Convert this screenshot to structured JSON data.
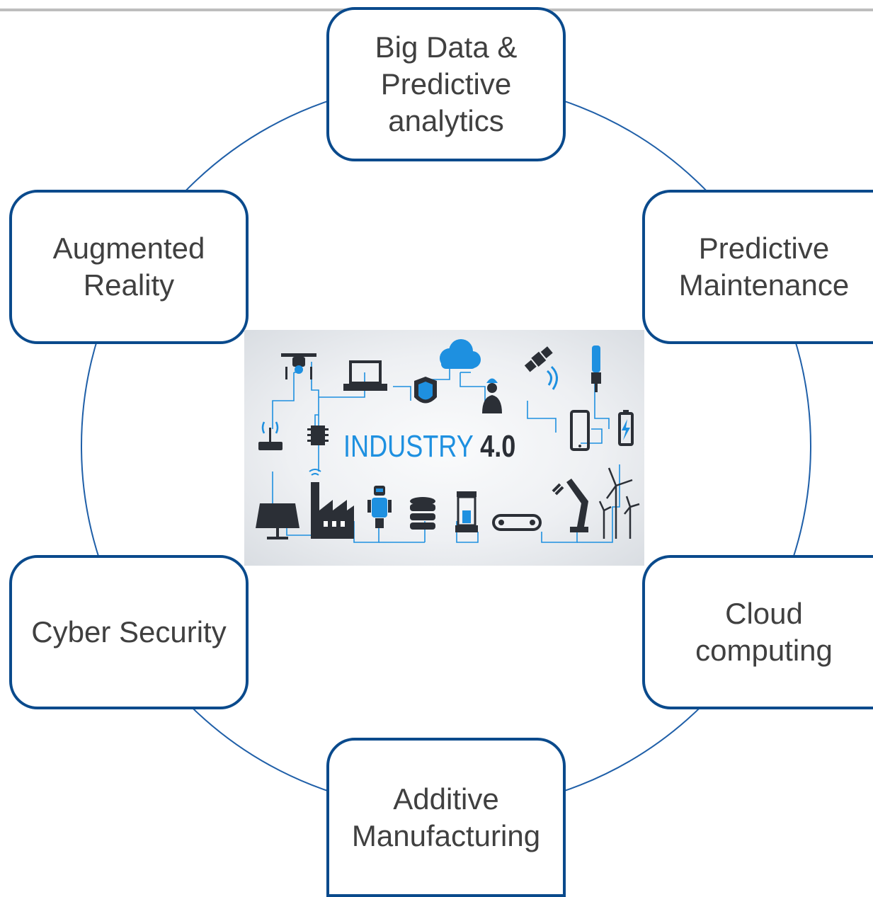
{
  "nodes": {
    "top": "Big Data & Predictive analytics",
    "top_lines": [
      "Big Data &",
      "Predictive",
      "analytics"
    ],
    "upper_right_lines": [
      "Predictive",
      "Maintenance"
    ],
    "lower_right_lines": [
      "Cloud",
      "computing"
    ],
    "bottom_lines": [
      "Additive",
      "Manufacturing"
    ],
    "lower_left_lines": [
      "Cyber Security"
    ],
    "upper_left_lines": [
      "Augmented",
      "Reality"
    ]
  },
  "center_image": {
    "title_main": "INDUSTRY ",
    "title_version": "4.0"
  },
  "colors": {
    "node_border": "#0a4a8c",
    "ring": "#1f5fa8",
    "node_text": "#404040",
    "accent_blue": "#1e90e0",
    "icon_dark": "#2b2f36"
  }
}
